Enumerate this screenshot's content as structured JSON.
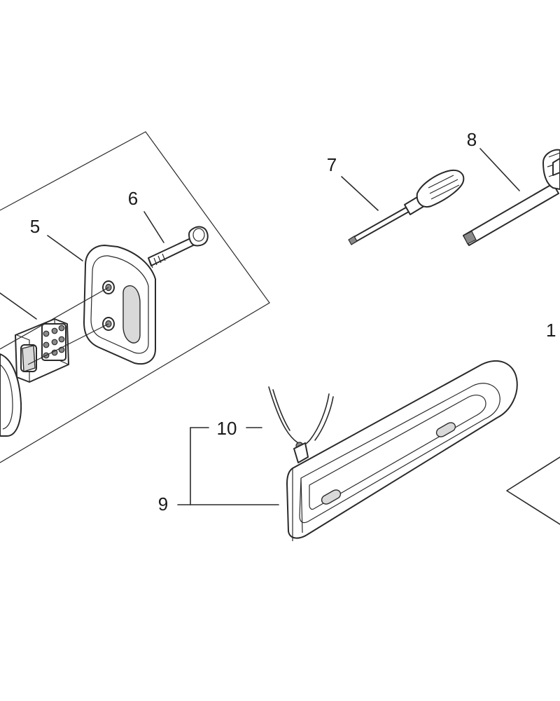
{
  "diagram": {
    "labels": {
      "part_5": "5",
      "part_6": "6",
      "part_7": "7",
      "part_8": "8",
      "part_9": "9",
      "part_10": "10",
      "part_1_partial": "1"
    }
  }
}
